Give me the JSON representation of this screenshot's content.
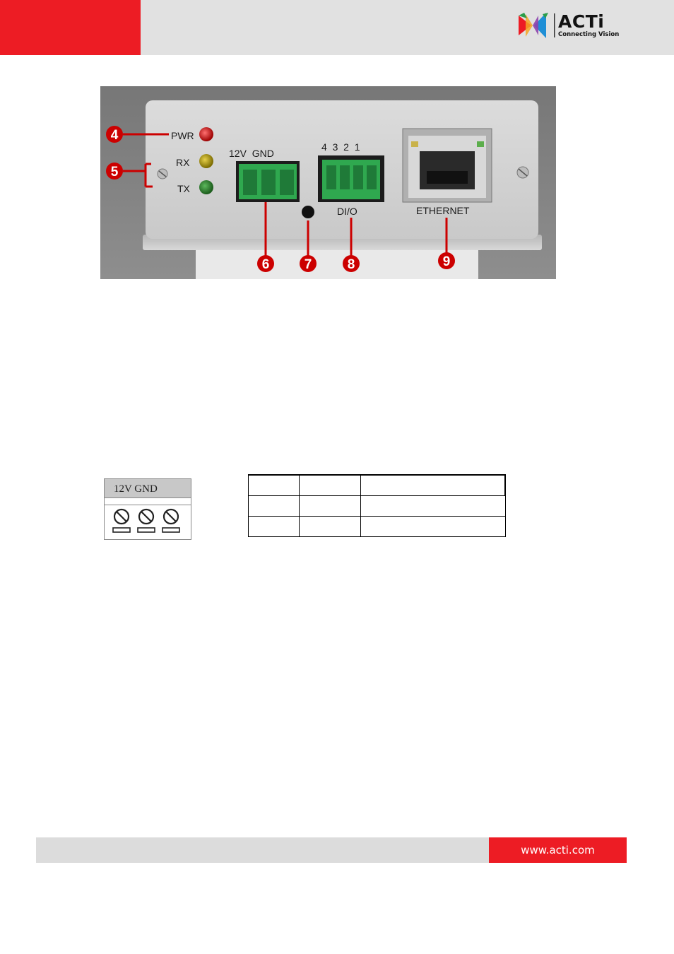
{
  "header": {
    "brand": "ACTi",
    "tagline": "Connecting Vision",
    "colors": {
      "red": "#ed1c24",
      "gray": "#e1e1e1"
    }
  },
  "photo": {
    "led_labels": {
      "pwr": "PWR",
      "rx": "RX",
      "tx": "TX"
    },
    "power_label": "12V  GND",
    "dio_numbers": "4  3  2  1",
    "dio_label": "DI/O",
    "ethernet_label": "ETHERNET",
    "callouts": [
      "4",
      "5",
      "6",
      "7",
      "8",
      "9"
    ]
  },
  "connector": {
    "label": "12V GND"
  },
  "pin_table": {
    "rows": [
      [
        "",
        "",
        ""
      ],
      [
        "",
        "",
        ""
      ],
      [
        "",
        "",
        ""
      ]
    ]
  },
  "footer": {
    "url": "www.acti.com"
  }
}
